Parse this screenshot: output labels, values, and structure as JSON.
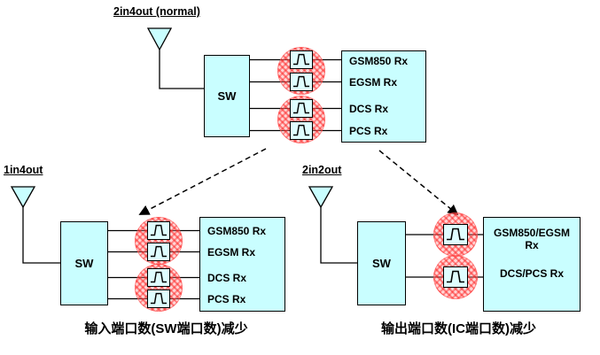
{
  "colors": {
    "box_fill": "#c9feff",
    "line": "#000000",
    "highlight_red": "#ff2d2d"
  },
  "top": {
    "title": "2in4out (normal)",
    "sw": "SW",
    "rx": [
      "GSM850 Rx",
      "EGSM Rx",
      "DCS Rx",
      "PCS Rx"
    ]
  },
  "bottom_left": {
    "title": "1in4out",
    "sw": "SW",
    "rx": [
      "GSM850 Rx",
      "EGSM Rx",
      "DCS Rx",
      "PCS Rx"
    ],
    "caption": "输入端口数(SW端口数)减少"
  },
  "bottom_right": {
    "title": "2in2out",
    "sw": "SW",
    "rx": [
      "GSM850/EGSM Rx",
      "DCS/PCS Rx"
    ],
    "caption": "输出端口数(IC端口数)减少"
  }
}
